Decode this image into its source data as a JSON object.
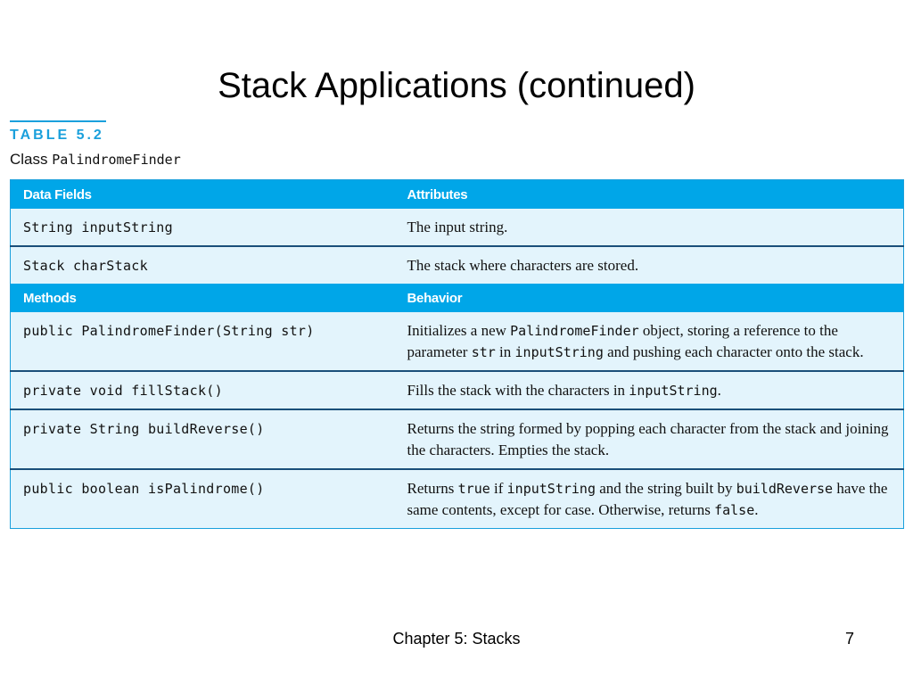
{
  "slide": {
    "title": "Stack Applications (continued)"
  },
  "table": {
    "label": "TABLE 5.2",
    "caption_prefix": "Class ",
    "caption_class": "PalindromeFinder",
    "fields_header": [
      "Data Fields",
      "Attributes"
    ],
    "fields": [
      {
        "code": "String inputString",
        "desc": [
          {
            "t": "The input string."
          }
        ]
      },
      {
        "code": "Stack charStack",
        "desc": [
          {
            "t": "The stack where characters are stored."
          }
        ]
      }
    ],
    "methods_header": [
      "Methods",
      "Behavior"
    ],
    "methods": [
      {
        "code": "public PalindromeFinder(String str)",
        "desc": [
          {
            "t": "Initializes a new "
          },
          {
            "m": "PalindromeFinder"
          },
          {
            "t": " object, storing a reference to the parameter "
          },
          {
            "m": "str"
          },
          {
            "t": " in "
          },
          {
            "m": "inputString"
          },
          {
            "t": " and pushing each character onto the stack."
          }
        ]
      },
      {
        "code": "private void fillStack()",
        "desc": [
          {
            "t": "Fills the stack with the characters in "
          },
          {
            "m": "inputString"
          },
          {
            "t": "."
          }
        ]
      },
      {
        "code": "private String buildReverse()",
        "desc": [
          {
            "t": "Returns the string formed by popping each character from the stack and joining the characters. Empties the stack."
          }
        ]
      },
      {
        "code": "public boolean isPalindrome()",
        "desc": [
          {
            "t": "Returns "
          },
          {
            "m": "true"
          },
          {
            "t": " if "
          },
          {
            "m": "inputString"
          },
          {
            "t": " and the string built by "
          },
          {
            "m": "buildReverse"
          },
          {
            "t": " have the same contents, except for case. Otherwise, returns "
          },
          {
            "m": "false"
          },
          {
            "t": "."
          }
        ]
      }
    ]
  },
  "footer": {
    "center_text": "Chapter 5: Stacks",
    "page_number": "7"
  },
  "colors": {
    "header_bg": "#00a6e8",
    "row_bg": "#e3f4fc",
    "accent": "#1aa0dc",
    "row_divider": "#1a4f7a"
  }
}
